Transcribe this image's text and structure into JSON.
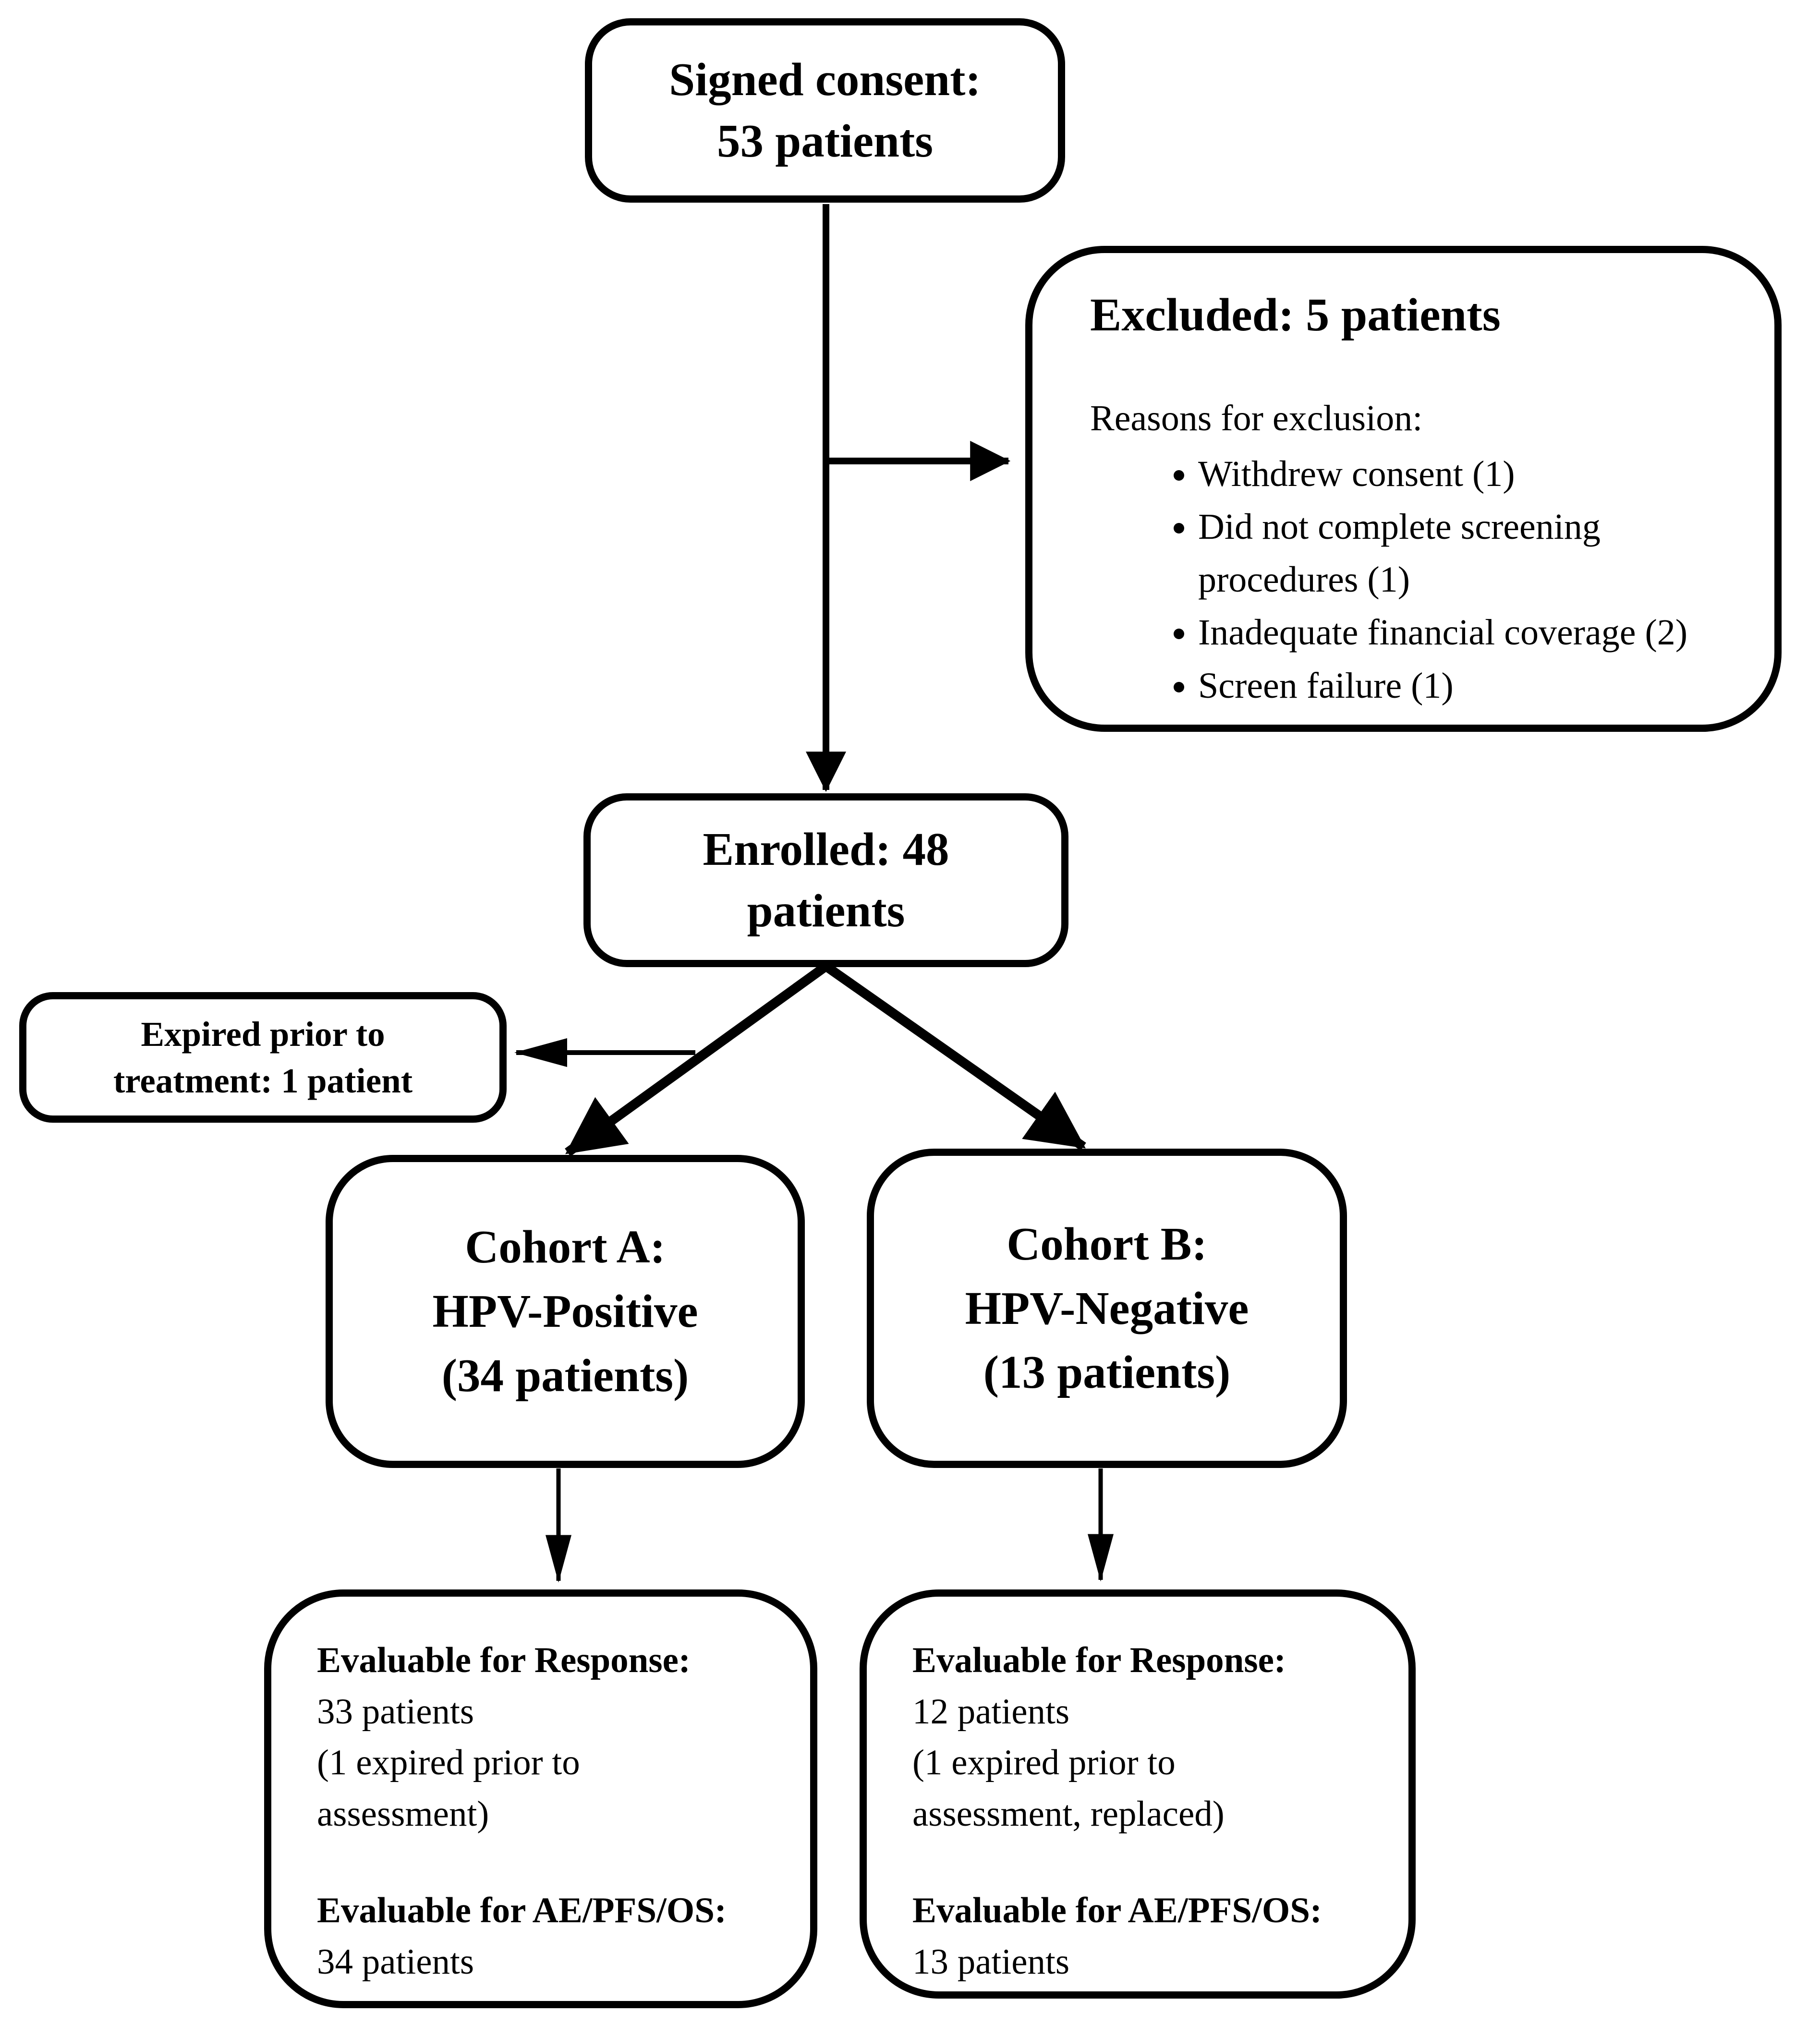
{
  "flowchart": {
    "signed_consent": {
      "lines": [
        "Signed consent:",
        "53 patients"
      ]
    },
    "excluded": {
      "title": "Excluded: 5 patients",
      "reasons_label": "Reasons for exclusion:",
      "reasons": [
        "Withdrew consent (1)",
        "Did not complete screening procedures (1)",
        "Inadequate financial coverage (2)",
        "Screen failure (1)"
      ]
    },
    "enrolled": {
      "lines": [
        "Enrolled: 48",
        "patients"
      ]
    },
    "expired_prior": {
      "lines": [
        "Expired prior to",
        "treatment: 1 patient"
      ]
    },
    "cohort_a": {
      "lines": [
        "Cohort A:",
        "HPV-Positive",
        "(34 patients)"
      ]
    },
    "cohort_b": {
      "lines": [
        "Cohort B:",
        "HPV-Negative",
        "(13 patients)"
      ]
    },
    "cohort_a_outcomes": {
      "response_label": "Evaluable for Response:",
      "response_count": "33 patients",
      "response_note_lines": [
        "(1 expired prior to",
        "assessment)"
      ],
      "ae_label": "Evaluable for AE/PFS/OS:",
      "ae_count": "34 patients"
    },
    "cohort_b_outcomes": {
      "response_label": "Evaluable for Response:",
      "response_count": "12 patients",
      "response_note_lines": [
        "(1 expired prior to",
        "assessment, replaced)"
      ],
      "ae_label": "Evaluable for AE/PFS/OS:",
      "ae_count": "13 patients"
    }
  }
}
